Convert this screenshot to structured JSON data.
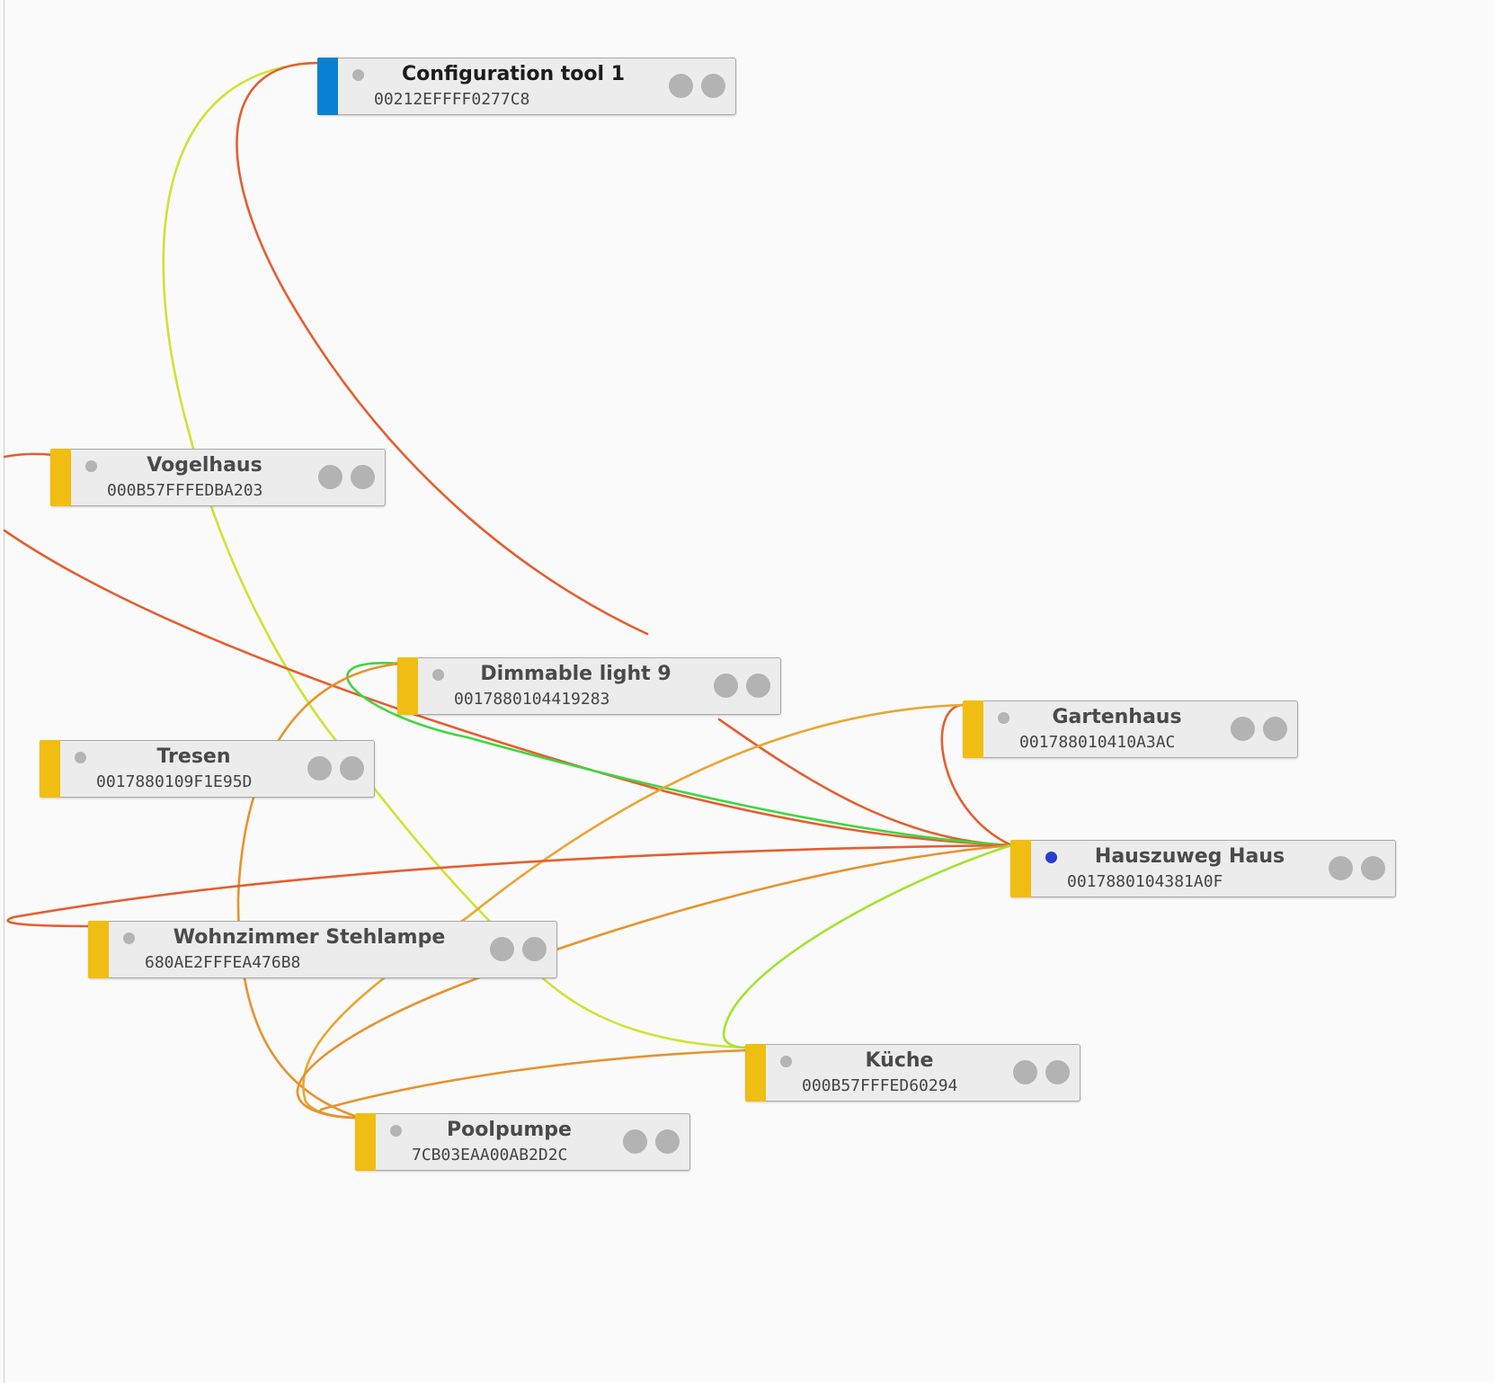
{
  "colors": {
    "coordinator": "#0a80d1",
    "router": "#f0bd12",
    "link_strong": "#e55e2e",
    "link_medium": "#e8922d",
    "link_light": "#eaa530",
    "link_good": "#cde432",
    "link_best": "#3ed640",
    "link_lime": "#a4e32e",
    "active_dot": "#2a3ecf"
  },
  "nodes": [
    {
      "id": "config",
      "name": "Configuration tool 1",
      "mac": "00212EFFFF0277C8",
      "type": "coordinator",
      "active": false
    },
    {
      "id": "vogelhaus",
      "name": "Vogelhaus",
      "mac": "000B57FFFEDBA203",
      "type": "router",
      "active": false
    },
    {
      "id": "dimmable",
      "name": "Dimmable light 9",
      "mac": "0017880104419283",
      "type": "router",
      "active": false
    },
    {
      "id": "gartenhaus",
      "name": "Gartenhaus",
      "mac": "001788010410A3AC",
      "type": "router",
      "active": false
    },
    {
      "id": "tresen",
      "name": "Tresen",
      "mac": "0017880109F1E95D",
      "type": "router",
      "active": false
    },
    {
      "id": "hauszuweg",
      "name": "Hauszuweg Haus",
      "mac": "0017880104381A0F",
      "type": "router",
      "active": true
    },
    {
      "id": "wohnzimmer",
      "name": "Wohnzimmer Stehlampe",
      "mac": "680AE2FFFEA476B8",
      "type": "router",
      "active": false
    },
    {
      "id": "kueche",
      "name": "Küche",
      "mac": "000B57FFFED60294",
      "type": "router",
      "active": false
    },
    {
      "id": "poolpumpe",
      "name": "Poolpumpe",
      "mac": "7CB03EAA00AB2D2C",
      "type": "router",
      "active": false
    }
  ]
}
